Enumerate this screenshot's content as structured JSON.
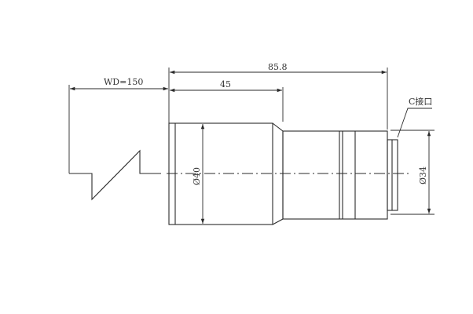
{
  "drawing": {
    "overall_length": "85.8",
    "barrel_length": "45",
    "working_distance": "WD=150",
    "front_diameter": "Ø40",
    "mount_diameter": "Ø34",
    "mount_label": "C接口"
  }
}
